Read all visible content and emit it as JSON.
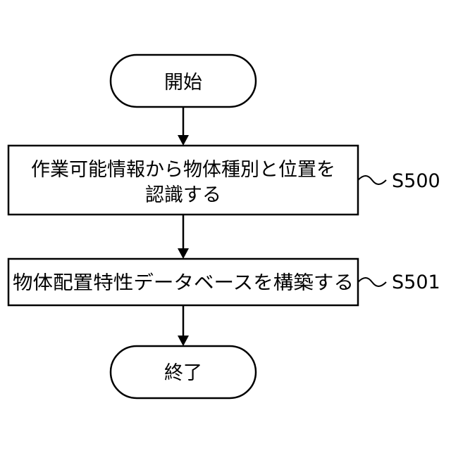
{
  "flowchart": {
    "start_label": "開始",
    "end_label": "終了",
    "steps": [
      {
        "id": "S500",
        "line1": "作業可能情報から物体種別と位置を",
        "line2": "認識する"
      },
      {
        "id": "S501",
        "line1": "物体配置特性データベースを構築する"
      }
    ]
  },
  "colors": {
    "stroke": "#000000",
    "background": "#ffffff"
  }
}
